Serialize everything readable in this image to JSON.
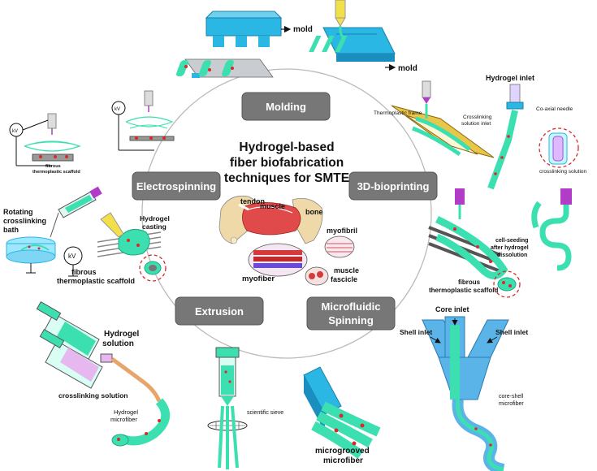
{
  "title": {
    "line1": "Hydrogel-based",
    "line2": "fiber biofabrication",
    "line3": "techniques for SMTE"
  },
  "techniques": {
    "molding": "Molding",
    "bioprinting": "3D-bioprinting",
    "electrospinning": "Electrospinning",
    "extrusion": "Extrusion",
    "microfluidic_line1": "Microfluidic",
    "microfluidic_line2": "Spinning"
  },
  "anatomy": {
    "tendon": "tendon",
    "muscle": "muscle",
    "bone": "bone",
    "myofibril": "myofibril",
    "myofiber": "myofiber",
    "fascicle_line1": "muscle",
    "fascicle_line2": "fascicle"
  },
  "molding": {
    "mold_top": "mold",
    "mold_right": "mold"
  },
  "bioprinting": {
    "hydrogel_inlet": "Hydrogel inlet",
    "thermoplastic_frame": "Thermoplastic frame",
    "crosslinking_inlet_line1": "Crosslinking",
    "crosslinking_inlet_line2": "solution inlet",
    "coaxial_needle": "Co-axial needle",
    "crosslinking_solution": "crosslinking solution",
    "cell_seeding_line1": "cell-seeding",
    "cell_seeding_line2": "after  hydrogel",
    "cell_seeding_line3": "dissolution",
    "fibrous_line1": "fibrous",
    "fibrous_line2": "thermoplastic scaffold"
  },
  "electrospinning": {
    "kv_small_left": "kV",
    "kv_small_right": "kV",
    "kv_bath": "kV",
    "fibrous_small_line1": "fibrous",
    "fibrous_small_line2": "thermoplastic scaffold",
    "rotating_line1": "Rotating",
    "rotating_line2": "crosslinking",
    "rotating_line3": "bath",
    "hydrogel_casting_line1": "Hydrogel",
    "hydrogel_casting_line2": "casting",
    "fibrous_line1": "fibrous",
    "fibrous_line2": "thermoplastic scaffold"
  },
  "extrusion": {
    "hydrogel_solution_line1": "Hydrogel",
    "hydrogel_solution_line2": "solution",
    "crosslinking_solution": "crosslinking solution",
    "hydrogel_microfiber_line1": "Hydrogel",
    "hydrogel_microfiber_line2": "microfiber",
    "scientific_sieve": "scientific sieve",
    "microgrooved_line1": "microgrooved",
    "microgrooved_line2": "microfiber"
  },
  "microfluidic": {
    "core_inlet": "Core inlet",
    "shell_inlet_left": "Shell inlet",
    "shell_inlet_right": "Shell inlet",
    "core_shell_line1": "core-shell",
    "core_shell_line2": "microfiber"
  },
  "colors": {
    "hydrogel_green": "#3ce0b0",
    "mold_blue": "#2ab7e3",
    "cell_red": "#d62b2b",
    "frame_gold": "#e8c64a",
    "technique_box": "#777777",
    "nozzle_purple": "#b03cc8",
    "shell_blue": "#5ab4e8"
  }
}
